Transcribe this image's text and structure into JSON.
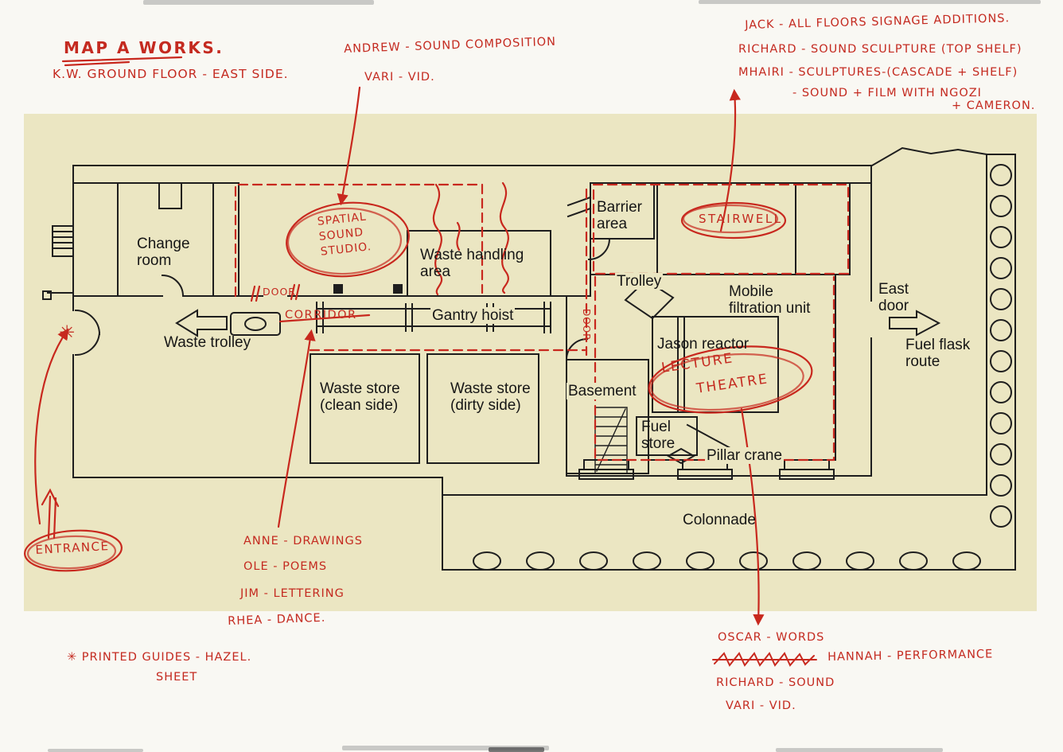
{
  "colors": {
    "paper": "#f9f8f3",
    "plan_background": "#ebe6c2",
    "plan_line": "#1e1e1e",
    "ink_red": "#c8281e"
  },
  "handwriting": {
    "title": "MAP A WORKS.",
    "subtitle": "K.W. GROUND FLOOR - EAST SIDE.",
    "andrew_note": "ANDREW - SOUND COMPOSITION",
    "vari_note_top": "VARI - VID.",
    "jack_note": "JACK - ALL FLOORS SIGNAGE ADDITIONS.",
    "richard_note_top": "RICHARD - SOUND SCULPTURE (TOP SHELF)",
    "mhairi_note": "MHAIRI - SCULPTURES-(CASCADE + SHELF)",
    "mhairi_note_2": "- SOUND + FILM WITH NGOZI",
    "mhairi_note_3": "+ CAMERON.",
    "spatial_sound_studio": "SPATIAL\nSOUND\nSTUDIO.",
    "stairwell": "STAIRWELL",
    "door_corridor": "DOOR",
    "corridor": "CORRIDOR",
    "door_vertical": "DOOR",
    "lecture_line1": "LECTURE",
    "lecture_line2": "THEATRE",
    "entrance": "ENTRANCE",
    "asterisk": "✳",
    "anne_note": "ANNE - DRAWINGS",
    "ole_note": "OLE - POEMS",
    "jim_note": "JIM - LETTERING",
    "rhea_note": "RHEA - DANCE.",
    "printed_guides_note": "✳ PRINTED GUIDES - HAZEL.",
    "printed_guides_note_2": "SHEET",
    "oscar_note": "OSCAR - WORDS",
    "hannah_note": "HANNAH - PERFORMANCE",
    "richard_note_bottom": "RICHARD - SOUND",
    "vari_note_bottom": "VARI - VID."
  },
  "plan_labels": {
    "change_room": "Change room",
    "waste_handling_area": "Waste handling area",
    "barrier_area": "Barrier area",
    "trolley": "Trolley",
    "mobile_filtration_unit": "Mobile filtration unit",
    "east_door": "East door",
    "fuel_flask_route": "Fuel flask route",
    "waste_trolley": "Waste trolley",
    "gantry_hoist": "Gantry hoist",
    "jason_reactor": "Jason reactor",
    "waste_store_clean": "Waste store (clean side)",
    "waste_store_dirty": "Waste store (dirty side)",
    "basement": "Basement",
    "fuel_store": "Fuel store",
    "pillar_crane": "Pillar crane",
    "colonnade": "Colonnade"
  }
}
